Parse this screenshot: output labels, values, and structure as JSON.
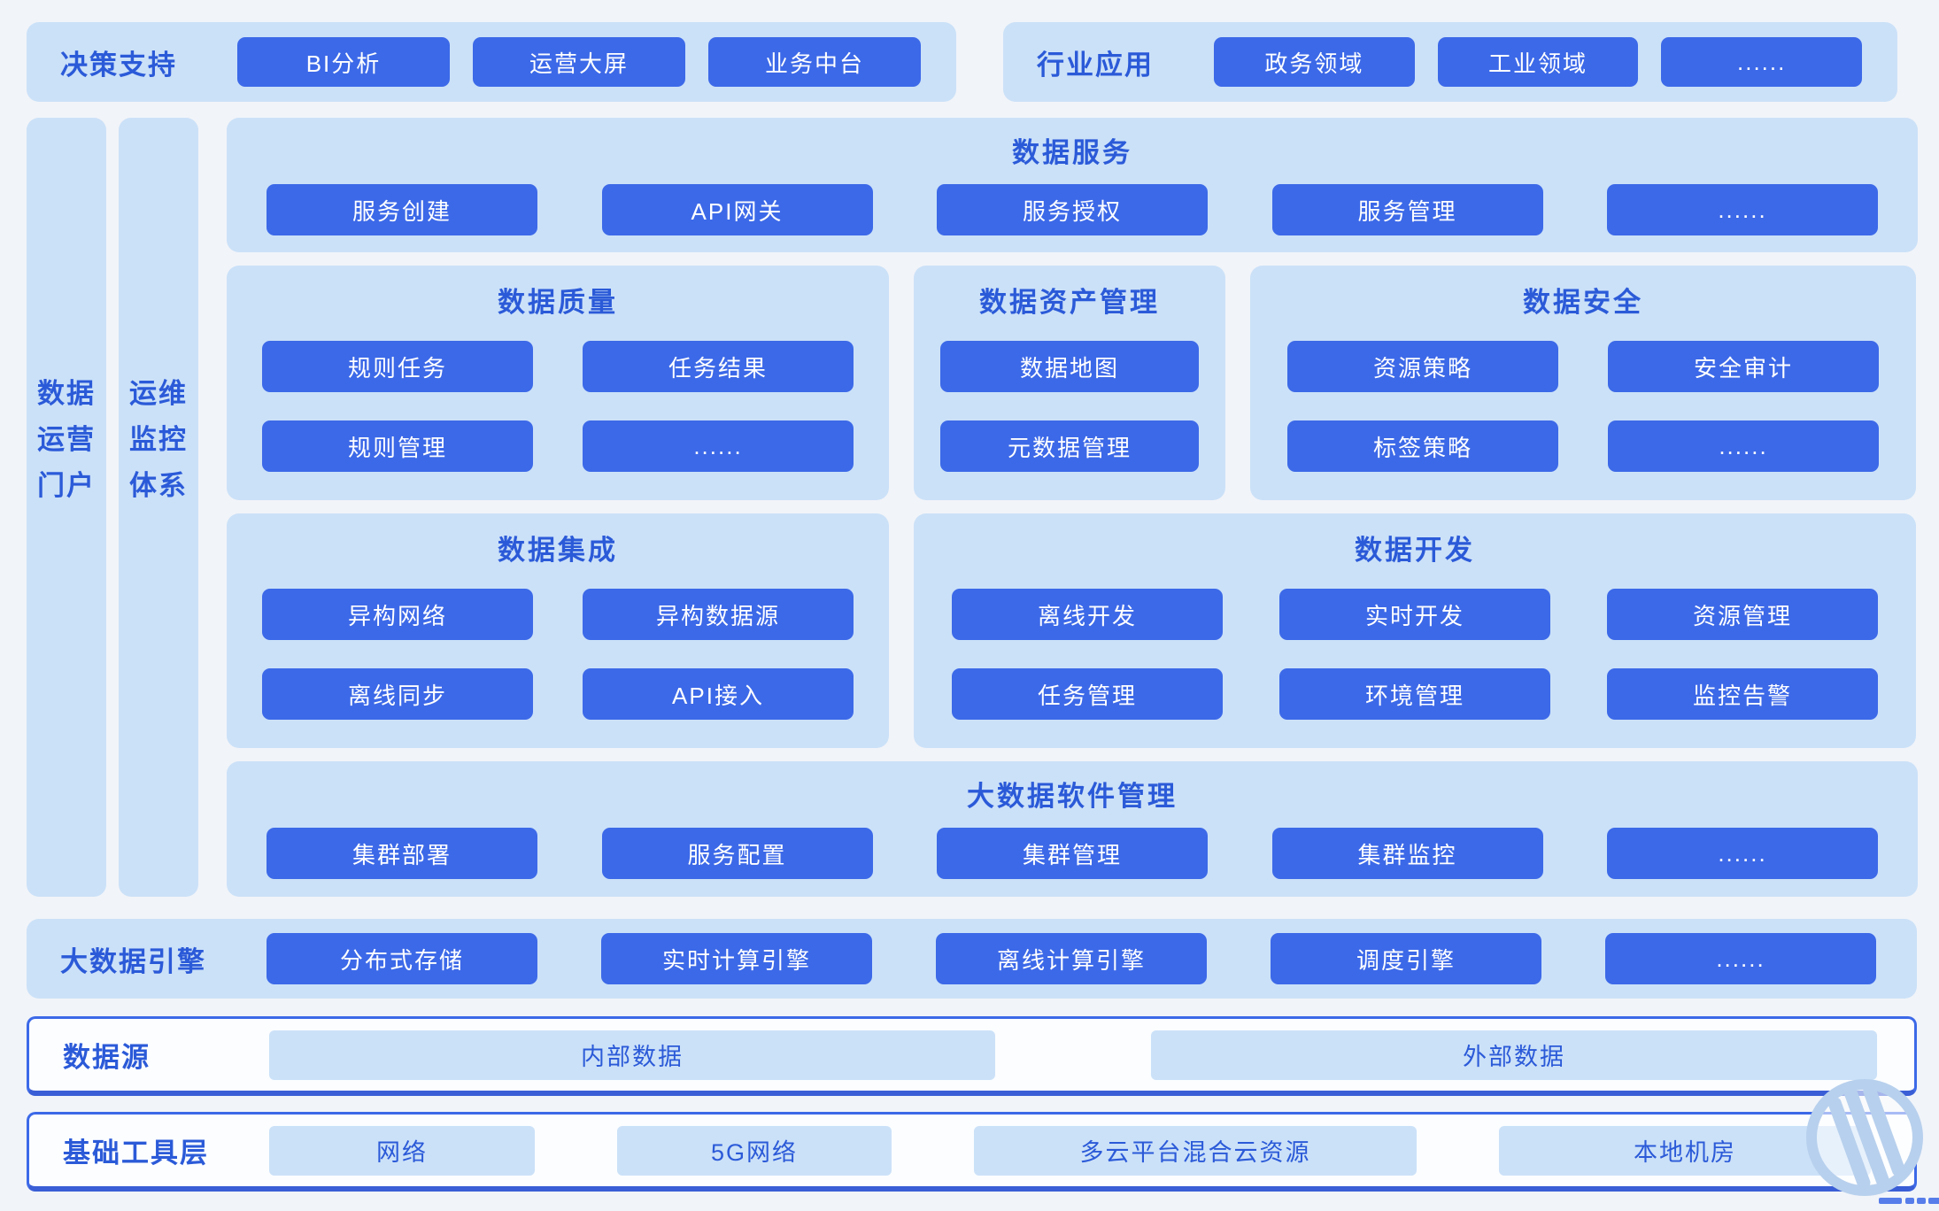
{
  "decision_support": {
    "label": "决策支持",
    "buttons": [
      "BI分析",
      "运营大屏",
      "业务中台"
    ]
  },
  "industry_apps": {
    "label": "行业应用",
    "buttons": [
      "政务领域",
      "工业领域",
      "......"
    ]
  },
  "side_bars": [
    {
      "label": "数据运营门户",
      "lines": [
        "数据",
        "运营",
        "门户"
      ]
    },
    {
      "label": "运维监控体系",
      "lines": [
        "运维",
        "监控",
        "体系"
      ]
    }
  ],
  "sections": {
    "data_service": {
      "title": "数据服务",
      "buttons": [
        "服务创建",
        "API网关",
        "服务授权",
        "服务管理",
        "......"
      ]
    },
    "data_quality": {
      "title": "数据质量",
      "buttons": [
        "规则任务",
        "任务结果",
        "规则管理",
        "......"
      ]
    },
    "data_asset": {
      "title": "数据资产管理",
      "buttons": [
        "数据地图",
        "元数据管理"
      ]
    },
    "data_security": {
      "title": "数据安全",
      "buttons": [
        "资源策略",
        "安全审计",
        "标签策略",
        "......"
      ]
    },
    "data_integration": {
      "title": "数据集成",
      "buttons": [
        "异构网络",
        "异构数据源",
        "离线同步",
        "API接入"
      ]
    },
    "data_development": {
      "title": "数据开发",
      "buttons": [
        "离线开发",
        "实时开发",
        "资源管理",
        "任务管理",
        "环境管理",
        "监控告警"
      ]
    },
    "software_mgmt": {
      "title": "大数据软件管理",
      "buttons": [
        "集群部署",
        "服务配置",
        "集群管理",
        "集群监控",
        "......"
      ]
    }
  },
  "engine_row": {
    "label": "大数据引擎",
    "buttons": [
      "分布式存储",
      "实时计算引擎",
      "离线计算引擎",
      "调度引擎",
      "......"
    ]
  },
  "source_row": {
    "label": "数据源",
    "chips": [
      "内部数据",
      "外部数据"
    ]
  },
  "tools_row": {
    "label": "基础工具层",
    "chips": [
      "网络",
      "5G网络",
      "多云平台混合云资源",
      "本地机房"
    ]
  },
  "colors": {
    "button_blue": "#3c69e8",
    "container_light_blue": "#cbe1f8",
    "label_text_blue": "#2b5ad8",
    "page_background": "#f1f4f9",
    "bordered_row_border": "#3c69e8",
    "watermark_blue": "#b7d0ed"
  }
}
